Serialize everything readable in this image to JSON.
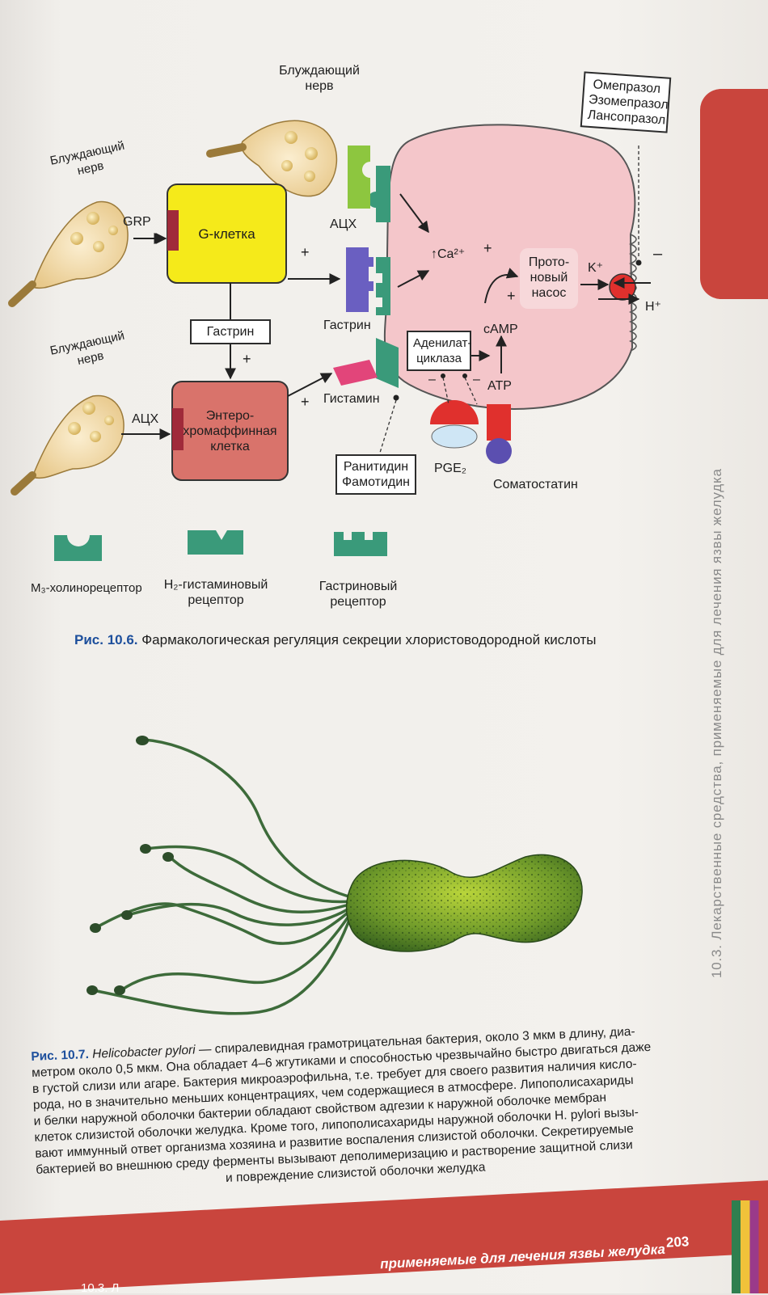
{
  "diagram": {
    "nerve_top": [
      "Блуждающий",
      "нерв"
    ],
    "nerve_left_top": [
      "Блуждающий",
      "нерв"
    ],
    "nerve_left_bottom": [
      "Блуждающий",
      "нерв"
    ],
    "grp": "GRP",
    "g_cell": "G-клетка",
    "plus": "+",
    "minus": "–",
    "ach_top": "АЦХ",
    "ach_bottom": "АЦХ",
    "gastrin_box": "Гастрин",
    "gastrin_label": "Гастрин",
    "entero_cell": [
      "Энтеро-",
      "хромаффинная",
      "клетка"
    ],
    "histamine": "Гистамин",
    "ranitidine": [
      "Ранитидин",
      "Фамотидин"
    ],
    "ppi": [
      "Омепразол",
      "Эзомепразол",
      "Лансопразол"
    ],
    "calcium": "↑Ca²⁺",
    "proton_pump": [
      "Прото-",
      "новый",
      "насос"
    ],
    "k_ion": "K⁺",
    "h_ion": "H⁺",
    "camp": "cAMP",
    "atp": "ATP",
    "adenylate": [
      "Аденилат-",
      "циклаза"
    ],
    "pge2": "PGE₂",
    "somatostatin": "Соматостатин",
    "legend": {
      "m3": "М₃-холинорецептор",
      "h2": [
        "Н₂-гистаминовый",
        "рецептор"
      ],
      "gastrin_r": [
        "Гастриновый",
        "рецептор"
      ]
    },
    "colors": {
      "g_cell": "#f5ea1a",
      "entero_cell": "#d9736b",
      "parietal_cell": "#f4c6ca",
      "receptor": "#3a9a7a",
      "m3_ligand": "#8dc63f",
      "gastrin_ligand": "#6a5fc1",
      "histamine_ligand": "#e2457a",
      "pump": "#e0302d",
      "pge2_cap": "#e0302d",
      "somatostatin_cap": "#5b4fb0"
    }
  },
  "caption1": {
    "number": "Рис. 10.6.",
    "text": "Фармакологическая регуляция секреции хлористоводородной кислоты"
  },
  "caption2": {
    "number": "Рис. 10.7.",
    "italic": "Helicobacter pylori",
    "lines": [
      "— спиралевидная грамотрицательная бактерия, около 3 мкм в длину, диа-",
      "метром около 0,5 мкм. Она обладает 4–6 жгутиками и способностью чрезвычайно быстро двигаться даже",
      "в густой слизи или агаре. Бактерия микроаэрофильна, т.е. требует для своего развития наличия кисло-",
      "рода, но в значительно меньших концентрациях, чем содержащиеся в атмосфере. Липополисахариды",
      "и белки наружной оболочки бактерии обладают свойством адгезии к наружной оболочке мембран",
      "клеток слизистой оболочки желудка. Кроме того, липополисахариды наружной оболочки H. pylori вызы-",
      "вают иммунный ответ организма хозяина и развитие воспаления слизистой оболочки. Секретируемые",
      "бактерией во внешнюю среду ферменты вызывают деполимеризацию и растворение защитной слизи",
      "и повреждение слизистой оболочки желудка"
    ]
  },
  "side_running_title": "10.3. Лекарственные средства, применяемые для лечения язвы желудка",
  "footer": {
    "running_title": "применяемые для лечения язвы желудка",
    "page_number": "203",
    "bottom_running": "10.3. Л"
  }
}
